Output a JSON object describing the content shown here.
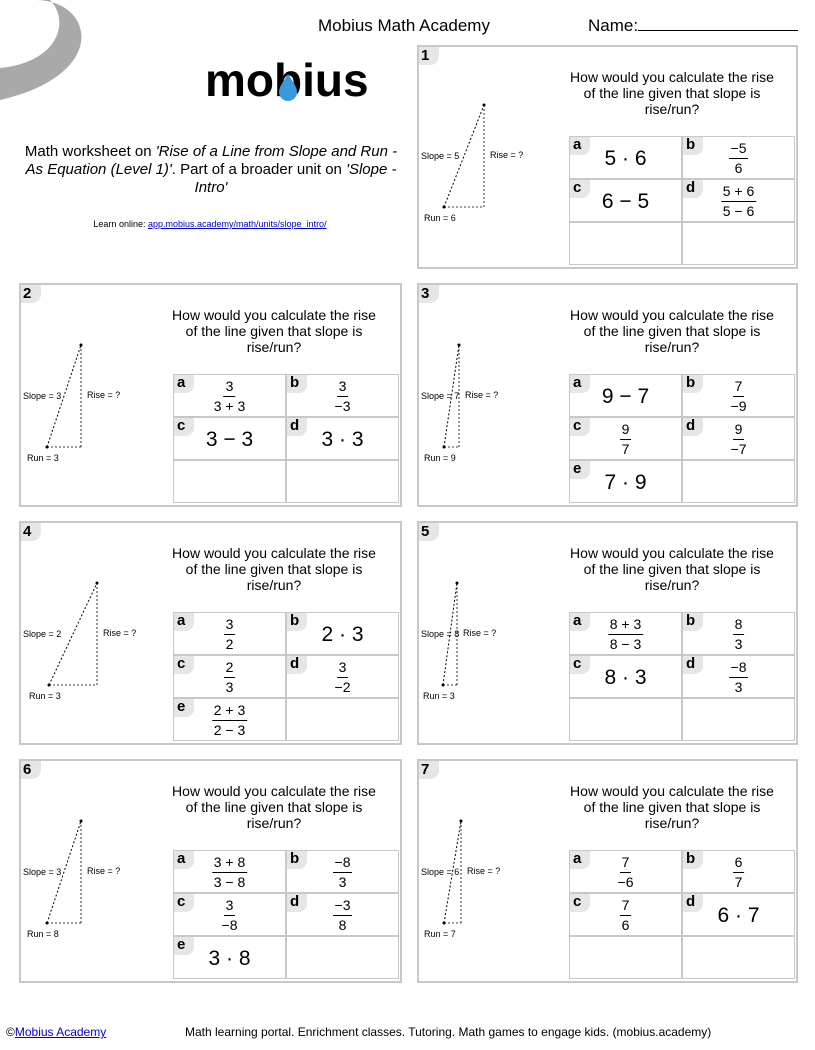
{
  "header": {
    "title": "Mobius Math Academy",
    "name_label": "Name:",
    "logo_text": "mobius"
  },
  "description": {
    "prefix": "Math worksheet on ",
    "topic": "'Rise of a Line from Slope and Run - As Equation (Level 1)'",
    "middle": ". Part of a broader unit on ",
    "unit": "'Slope - Intro'"
  },
  "learn": {
    "label": "Learn online: ",
    "link": "app.mobius.academy/math/units/slope_intro/"
  },
  "question_text": "How would you calculate the rise of the line given that slope is rise/run?",
  "rise_label": "Rise = ?",
  "problems": [
    {
      "number": "1",
      "slope": "Slope = 5",
      "run": "Run = 6",
      "rise_label": "Rise = ?",
      "answers": [
        {
          "letter": "a",
          "kind": "expr",
          "text": "5 · 6"
        },
        {
          "letter": "b",
          "kind": "frac",
          "num": "−5",
          "den": "6"
        },
        {
          "letter": "c",
          "kind": "expr",
          "text": "6 − 5"
        },
        {
          "letter": "d",
          "kind": "frac",
          "num": "5 + 6",
          "den": "5 − 6"
        }
      ]
    },
    {
      "number": "2",
      "slope": "Slope = 3",
      "run": "Run = 3",
      "rise_label": "Rise = ?",
      "answers": [
        {
          "letter": "a",
          "kind": "frac",
          "num": "3",
          "den": "3 + 3"
        },
        {
          "letter": "b",
          "kind": "frac",
          "num": "3",
          "den": "−3"
        },
        {
          "letter": "c",
          "kind": "expr",
          "text": "3 − 3"
        },
        {
          "letter": "d",
          "kind": "expr",
          "text": "3 · 3"
        }
      ]
    },
    {
      "number": "3",
      "slope": "Slope = 7",
      "run": "Run = 9",
      "rise_label": "Rise = ?",
      "answers": [
        {
          "letter": "a",
          "kind": "expr",
          "text": "9 − 7"
        },
        {
          "letter": "b",
          "kind": "frac",
          "num": "7",
          "den": "−9"
        },
        {
          "letter": "c",
          "kind": "frac",
          "num": "9",
          "den": "7"
        },
        {
          "letter": "d",
          "kind": "frac",
          "num": "9",
          "den": "−7"
        },
        {
          "letter": "e",
          "kind": "expr",
          "text": "7 · 9"
        }
      ]
    },
    {
      "number": "4",
      "slope": "Slope = 2",
      "run": "Run = 3",
      "rise_label": "Rise = ?",
      "answers": [
        {
          "letter": "a",
          "kind": "frac",
          "num": "3",
          "den": "2"
        },
        {
          "letter": "b",
          "kind": "expr",
          "text": "2 · 3"
        },
        {
          "letter": "c",
          "kind": "frac",
          "num": "2",
          "den": "3"
        },
        {
          "letter": "d",
          "kind": "frac",
          "num": "3",
          "den": "−2"
        },
        {
          "letter": "e",
          "kind": "frac",
          "num": "2 + 3",
          "den": "2 − 3"
        }
      ]
    },
    {
      "number": "5",
      "slope": "Slope = 8",
      "run": "Run = 3",
      "rise_label": "Rise = ?",
      "answers": [
        {
          "letter": "a",
          "kind": "frac",
          "num": "8 + 3",
          "den": "8 − 3"
        },
        {
          "letter": "b",
          "kind": "frac",
          "num": "8",
          "den": "3"
        },
        {
          "letter": "c",
          "kind": "expr",
          "text": "8 · 3"
        },
        {
          "letter": "d",
          "kind": "frac",
          "num": "−8",
          "den": "3"
        }
      ]
    },
    {
      "number": "6",
      "slope": "Slope = 3",
      "run": "Run = 8",
      "rise_label": "Rise = ?",
      "answers": [
        {
          "letter": "a",
          "kind": "frac",
          "num": "3 + 8",
          "den": "3 − 8"
        },
        {
          "letter": "b",
          "kind": "frac",
          "num": "−8",
          "den": "3"
        },
        {
          "letter": "c",
          "kind": "frac",
          "num": "3",
          "den": "−8"
        },
        {
          "letter": "d",
          "kind": "frac",
          "num": "−3",
          "den": "8"
        },
        {
          "letter": "e",
          "kind": "expr",
          "text": "3 · 8"
        }
      ]
    },
    {
      "number": "7",
      "slope": "Slope = 6",
      "run": "Run = 7",
      "rise_label": "Rise = ?",
      "answers": [
        {
          "letter": "a",
          "kind": "frac",
          "num": "7",
          "den": "−6"
        },
        {
          "letter": "b",
          "kind": "frac",
          "num": "6",
          "den": "7"
        },
        {
          "letter": "c",
          "kind": "frac",
          "num": "7",
          "den": "6"
        },
        {
          "letter": "d",
          "kind": "expr",
          "text": "6 · 7"
        }
      ]
    }
  ],
  "footer": {
    "copyright": "©",
    "link": "Mobius Academy",
    "tagline": "Math learning portal. Enrichment classes. Tutoring. Math games to engage kids. (mobius.academy)"
  }
}
